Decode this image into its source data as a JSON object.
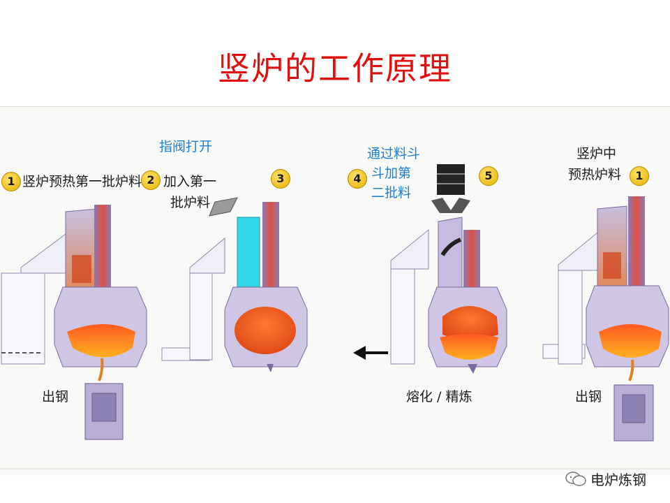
{
  "title": "竖炉的工作原理",
  "steps": [
    {
      "badge": "1",
      "lines": [
        "竖炉预热第一批炉料"
      ],
      "color": "dark"
    },
    {
      "badge": "2",
      "lines": [
        "加入第一",
        "批炉料"
      ],
      "color": "dark"
    },
    {
      "badge": "3",
      "lines": [],
      "color": "dark"
    },
    {
      "badge": "4",
      "lines": [
        "通过料斗",
        "斗加第",
        "二批料"
      ],
      "color": "blue"
    },
    {
      "badge": "5",
      "lines": [],
      "color": "dark"
    },
    {
      "badge": "1",
      "lines": [
        "竖炉中",
        "预热炉料"
      ],
      "color": "dark"
    }
  ],
  "note_valve": "指阀打开",
  "bottom_labels": {
    "tap1": "出钢",
    "melt": "熔化 / 精炼",
    "tap2": "出钢"
  },
  "watermark": "电炉炼钢",
  "colors": {
    "title": "#e01010",
    "blue_text": "#1e7fd0",
    "chute": "#33d6e8",
    "molten": "#f06020"
  }
}
